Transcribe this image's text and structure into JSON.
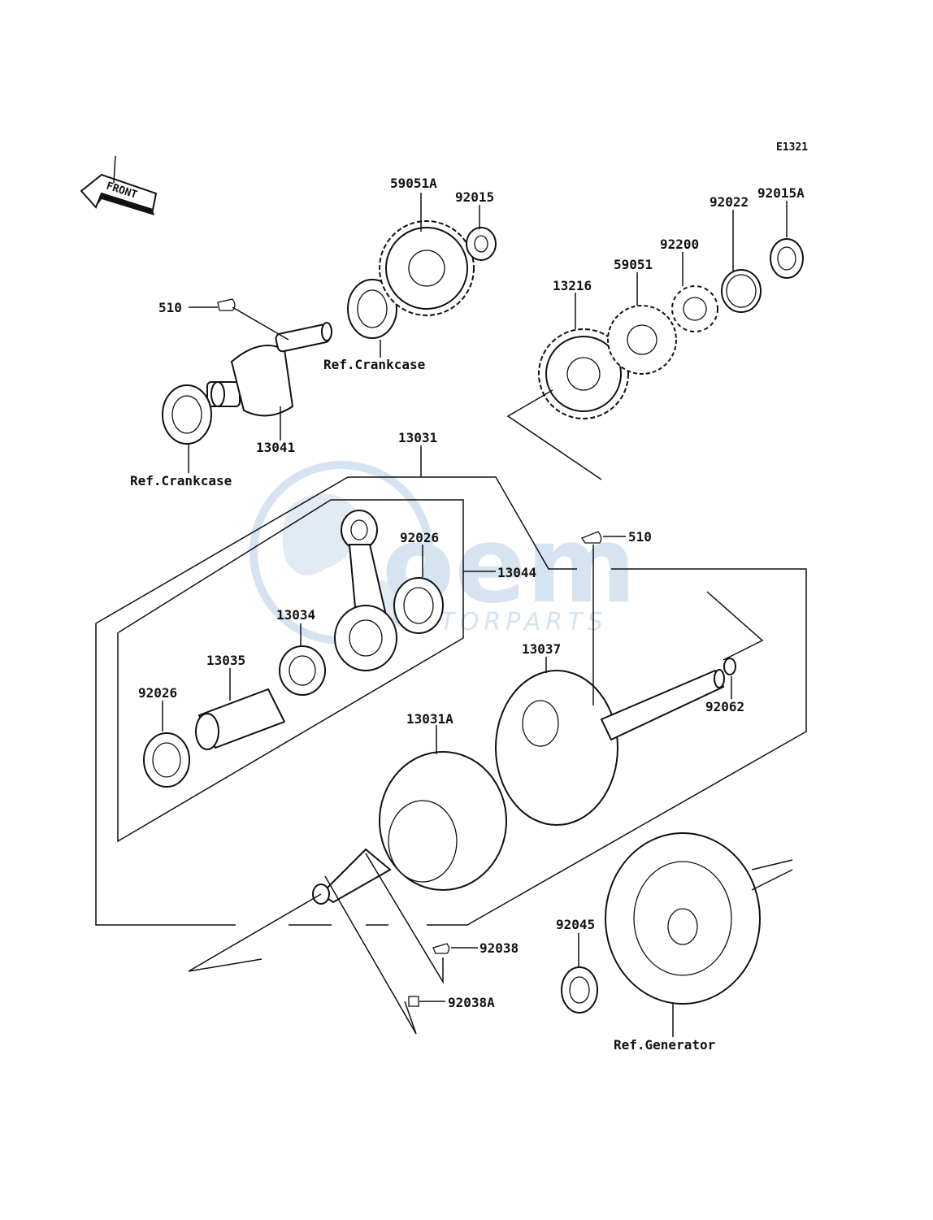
{
  "diagram_code": "E1321",
  "front_arrow_label": "FRONT",
  "watermark": {
    "logo_text": "oem",
    "sub_text": "MOTORPARTS"
  },
  "labels": {
    "p59051A": "59051A",
    "p92015": "92015",
    "p92015A": "92015A",
    "p92022": "92022",
    "p92200": "92200",
    "p59051": "59051",
    "p13216": "13216",
    "p510_top": "510",
    "ref_crankcase_top": "Ref.Crankcase",
    "p13041": "13041",
    "ref_crankcase_left": "Ref.Crankcase",
    "p13031": "13031",
    "p510_mid": "510",
    "p92026_upper": "92026",
    "p13044": "13044",
    "p13034": "13034",
    "p13035": "13035",
    "p92026_lower": "92026",
    "p13037": "13037",
    "p92062": "92062",
    "p13031A": "13031A",
    "p92045": "92045",
    "p92038": "92038",
    "p92038A": "92038A",
    "ref_generator": "Ref.Generator"
  }
}
